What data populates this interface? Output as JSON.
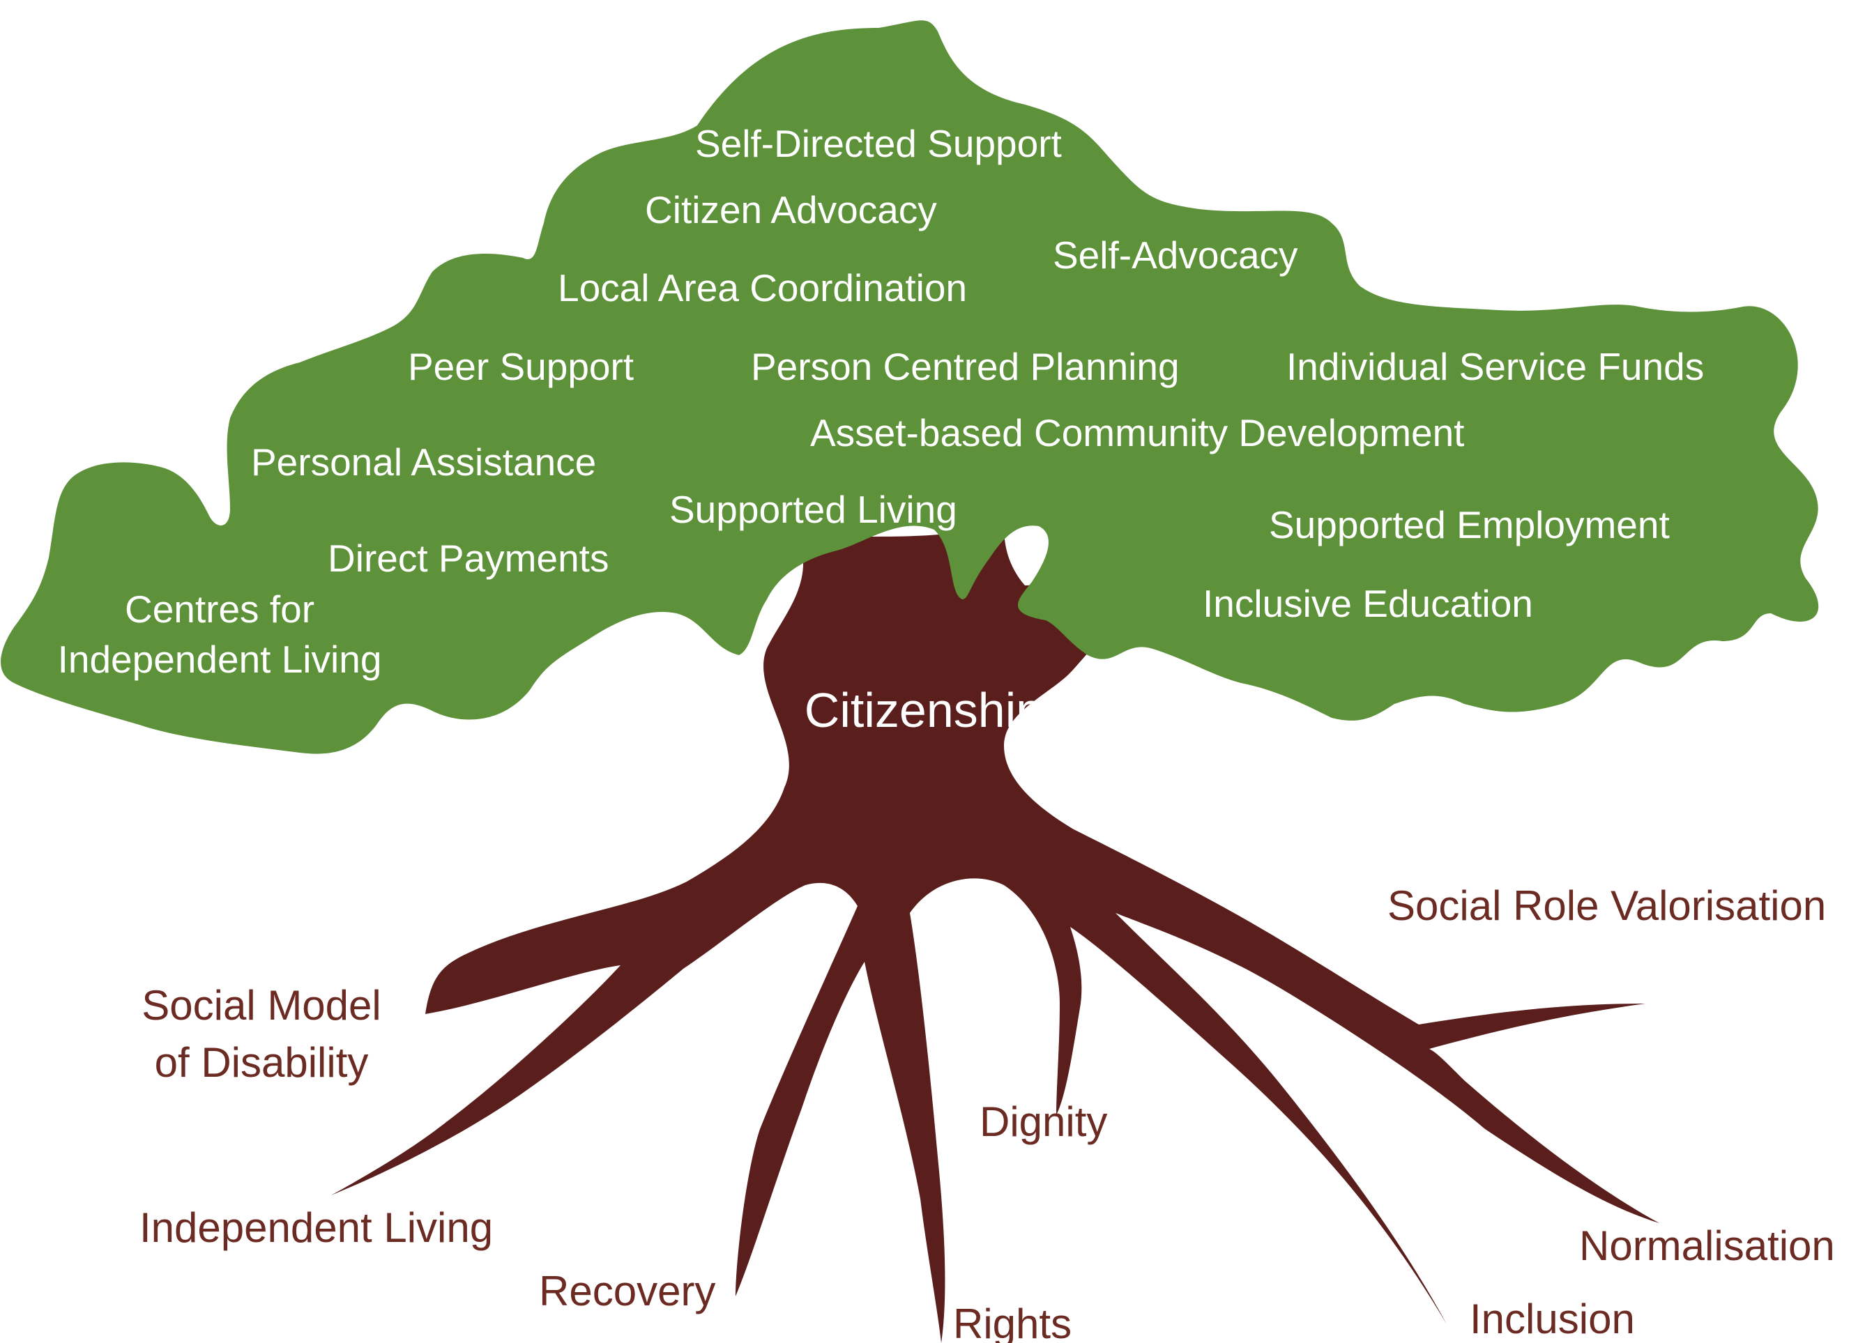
{
  "colors": {
    "canopy": "#5d913a",
    "trunk": "#5a1f1c",
    "leaf_text": "#ffffff",
    "root_text": "#6b2a22",
    "background": "#ffffff"
  },
  "trunk_label": "Citizenship",
  "canopy_items": {
    "self_directed_support": "Self-Directed Support",
    "citizen_advocacy": "Citizen Advocacy",
    "self_advocacy": "Self-Advocacy",
    "local_area_coordination": "Local Area Coordination",
    "peer_support": "Peer Support",
    "person_centred_planning": "Person Centred Planning",
    "individual_service_funds": "Individual Service Funds",
    "asset_based_community_development": "Asset-based Community Development",
    "personal_assistance": "Personal Assistance",
    "supported_living": "Supported Living",
    "supported_employment": "Supported Employment",
    "direct_payments": "Direct Payments",
    "inclusive_education": "Inclusive Education",
    "centres_for_independent_living_line1": "Centres for",
    "centres_for_independent_living_line2": "Independent Living"
  },
  "root_items": {
    "social_role_valorisation": "Social Role Valorisation",
    "social_model_line1": "Social Model",
    "social_model_line2": "of Disability",
    "dignity": "Dignity",
    "independent_living": "Independent Living",
    "normalisation": "Normalisation",
    "recovery": "Recovery",
    "inclusion": "Inclusion",
    "rights": "Rights"
  }
}
